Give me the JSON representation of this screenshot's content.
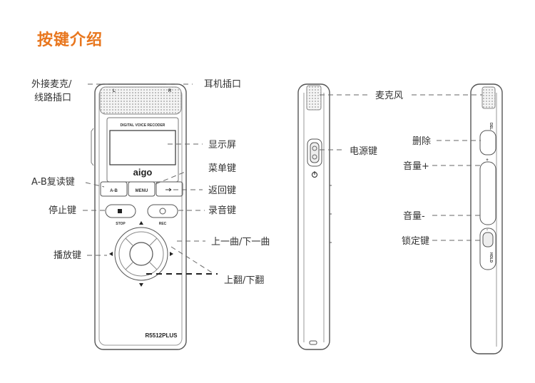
{
  "title": "按键介绍",
  "device": {
    "brand": "aigo",
    "model": "R5512PLUS",
    "screen_caption": "DIGITAL VOICE RECODER",
    "mic_left": "L",
    "mic_right": "R",
    "btn_ab": "A-B",
    "btn_menu": "MENU",
    "btn_stop": "STOP",
    "btn_rec": "REC",
    "side_del": "DEL",
    "side_hold": "HOLD",
    "side_plus": "+",
    "side_minus": "-"
  },
  "labels": {
    "ext_line": "外接麦克/",
    "line_in": "线路插口",
    "headphone": "耳机插口",
    "display": "显示屏",
    "menu_key": "菜单键",
    "ab_repeat": "A-B复读键",
    "back_key": "返回键",
    "stop_key": "停止键",
    "rec_key": "录音键",
    "prev_next": "上一曲/下一曲",
    "play_key": "播放键",
    "page_updown": "上翻/下翻",
    "microphone": "麦克风",
    "power_key": "电源键",
    "delete": "删除",
    "vol_up": "音量+",
    "vol_down": "音量-",
    "lock_key": "锁定键"
  }
}
